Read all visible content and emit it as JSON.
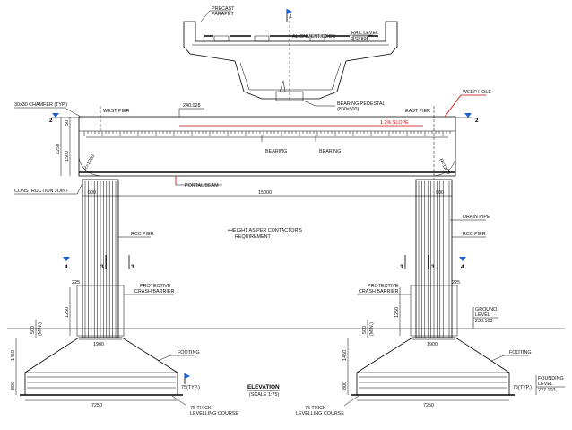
{
  "labels": {
    "precast_parapet": [
      "PRECAST",
      "PARAPET"
    ],
    "alignment_deck": "ALIGNMENT/DECK",
    "rail_level": "RAIL LEVEL",
    "rail_level_value": "242.806",
    "chamfer": "30x30 CHAMFER (TYP.)",
    "west_pier": "WEST PIER",
    "level_top": "240.028",
    "bearing_pedestal": [
      "BEARING PEDESTAL",
      "(800x500)"
    ],
    "east_pier": "EAST PIER",
    "weep_hole": "WEEP HOLE",
    "slope": "1.2% SLOPE",
    "bearing_left": "BEARING",
    "bearing_right": "BEARING",
    "construction_joint": "CONSTRUCTION JOINT",
    "portal_beam": "PORTAL BEAM",
    "rcc_pier_left": "RCC PIER",
    "rcc_pier_right": "RCC PIER",
    "drain_pipe": "DRAIN PIPE",
    "note": [
      "HEIGHT AS PER CONTACTOR'S",
      "REQUIREMENT"
    ],
    "crash_left": [
      "PROTECTIVE",
      "CRASH BARRIER"
    ],
    "crash_right": [
      "PROTECTIVE",
      "CRASH BARRIER"
    ],
    "ground_level": [
      "GROUND",
      "LEVEL"
    ],
    "ground_level_value": "233.103",
    "footing_left": "FOOTING",
    "footing_right": "FOOTING",
    "founding_level": [
      "FOUNDING",
      "LEVEL"
    ],
    "founding_level_value": "227.103",
    "levelling_left": [
      "75 THICK",
      "LEVELLING COURSE"
    ],
    "levelling_right": [
      "75 THICK",
      "LEVELLING COURSE"
    ],
    "title": "ELEVATION",
    "scale": "(SCALE 1:75)",
    "typ_left": "75(TYP.)",
    "typ_right": "75(TYP.)"
  },
  "dimensions": {
    "d750": "750",
    "d2250": "2250",
    "d1500": "1500",
    "r1200_left": "R=1200",
    "r1200_right": "R=1200",
    "d900_left": "900",
    "d900_right": "900",
    "d15000": "15000",
    "d225_left": "225",
    "d225_right": "225",
    "d1250_left": "1250",
    "d1250_right": "1250",
    "d500_left": "500",
    "d500_right": "500",
    "min_left": "(MIN.)",
    "min_right": "(MIN.)",
    "d1900_left": "1900",
    "d1900_right": "1900",
    "d1450_left": "1450",
    "d1450_right": "1450",
    "d800_left": "800",
    "d800_right": "800",
    "d7250_left": "7250",
    "d7250_right": "7250"
  },
  "section_marks": {
    "m1": "1",
    "m2_left": "2",
    "m2_right": "2",
    "m3a": "3",
    "m3b": "3",
    "m3c": "3",
    "m3d": "3",
    "m4_left": "4",
    "m4_right": "4"
  },
  "colors": {
    "line": "#000000",
    "accent": "#cc0000",
    "marker": "#1f5fd0"
  }
}
